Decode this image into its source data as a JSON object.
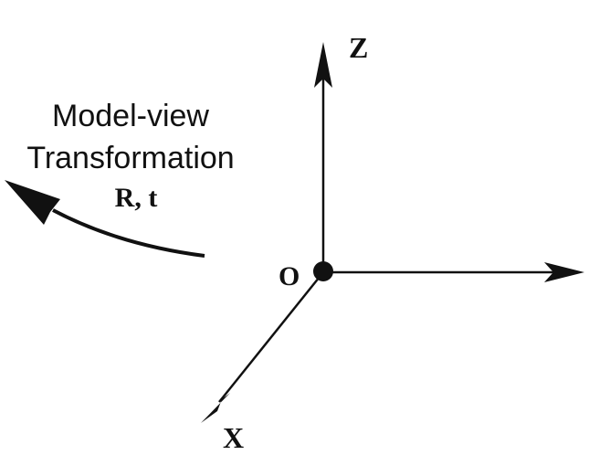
{
  "transform": {
    "line1": "Model-view",
    "line2": "Transformation",
    "symbols": "R, t"
  },
  "axes": {
    "z_label": "Z",
    "x_label": "X",
    "origin_label": "O"
  },
  "colors": {
    "ink": "#111111",
    "background": "#ffffff"
  }
}
